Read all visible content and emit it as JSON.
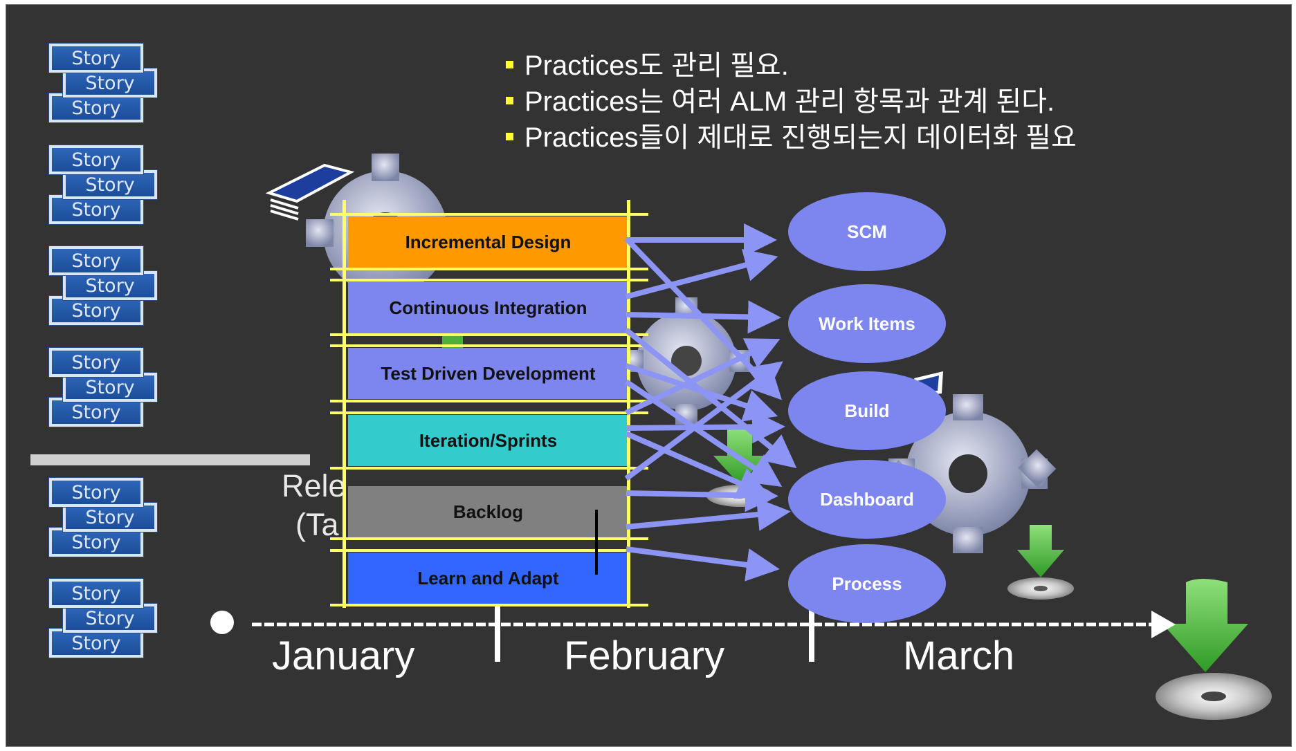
{
  "story_label": "Story",
  "bullets": [
    "Practices도 관리 필요.",
    "Practices는 여러 ALM 관리 항목과 관계 된다.",
    "Practices들이 제대로 진행되는지 데이터화 필요"
  ],
  "practices": [
    {
      "label": "Incremental Design",
      "color": "#ff9900"
    },
    {
      "label": "Continuous Integration",
      "color": "#7c86ee"
    },
    {
      "label": "Test Driven Development",
      "color": "#7c86ee"
    },
    {
      "label": "Iteration/Sprints",
      "color": "#33cccc"
    },
    {
      "label": "Backlog",
      "color": "#808080"
    },
    {
      "label": "Learn and Adapt",
      "color": "#3366ff"
    }
  ],
  "targets": [
    "SCM",
    "Work Items",
    "Build",
    "Dashboard",
    "Process"
  ],
  "timeline": {
    "months": [
      "January",
      "February",
      "March"
    ],
    "release_partial_1": "Rele",
    "release_partial_2": "(Ta"
  },
  "colors": {
    "background": "#333333",
    "frame_lines": "#ffff66",
    "bullet_marker": "#ffff33",
    "arrow": "#8c94f4",
    "ellipse": "#7c86ee",
    "story_card": "#1b4d99"
  },
  "icons": [
    "gear-icon",
    "book-stack-icon",
    "download-disc-icon"
  ]
}
